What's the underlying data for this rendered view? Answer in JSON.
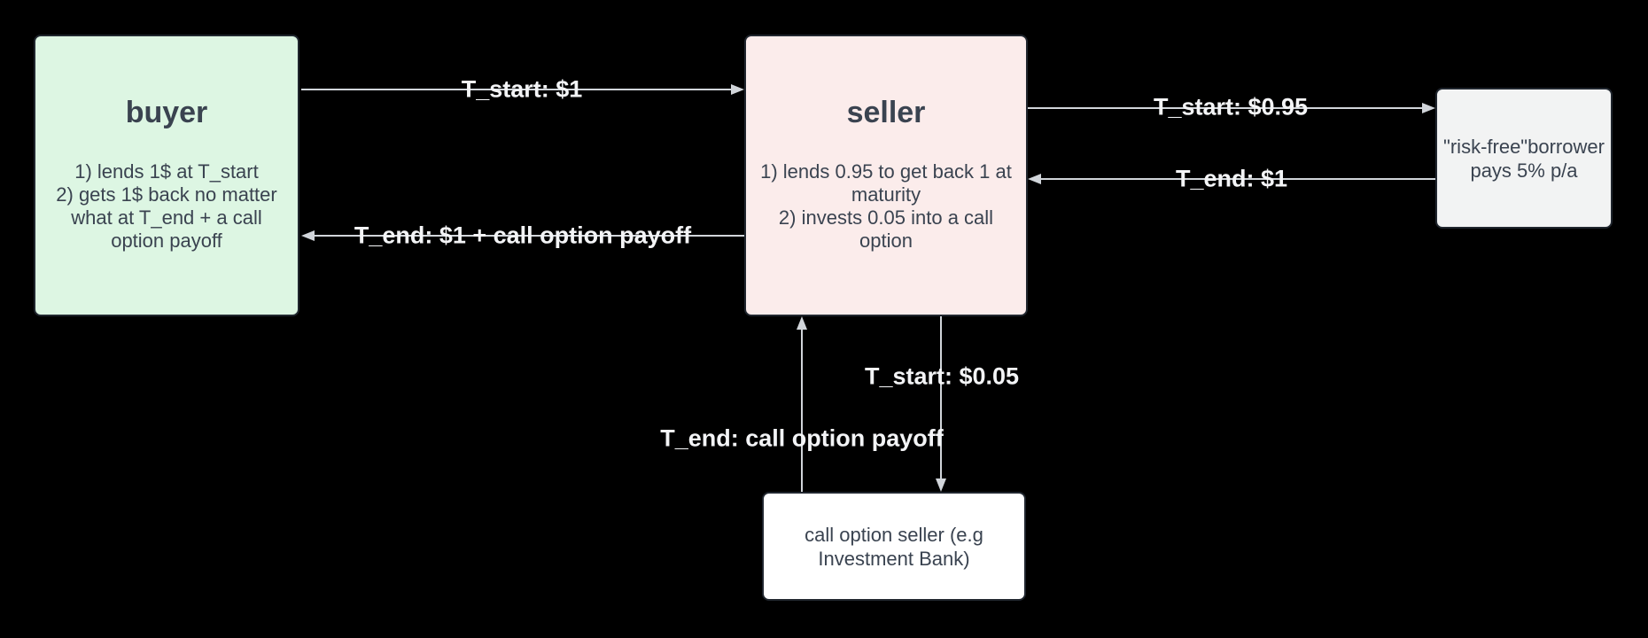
{
  "colors": {
    "background": "#000000",
    "node_border": "#20262e",
    "node_text": "#3a4350",
    "arrow_line": "#d1d5da",
    "edge_label_text": "#f3f4f6",
    "buyer_fill": "#ddf6e3",
    "seller_fill": "#fbeceb",
    "risk_free_borrower_fill": "#f2f3f3",
    "call_option_seller_fill": "#ffffff"
  },
  "nodes": {
    "buyer": {
      "title": "buyer",
      "body": "1) lends 1$ at T_start\n2) gets 1$ back no matter\nwhat at T_end + a call\noption payoff"
    },
    "seller": {
      "title": "seller",
      "body": "1) lends 0.95 to get back 1 at\nmaturity\n2) invests 0.05 into a call\noption"
    },
    "risk_free_borrower": {
      "label": "\"risk-free\"borrower\npays 5% p/a"
    },
    "call_option_seller": {
      "label": "call option seller (e.g\nInvestment Bank)"
    }
  },
  "edges": {
    "buyer_to_seller": {
      "label": "T_start: $1",
      "direction": "right"
    },
    "seller_to_buyer": {
      "label": "T_end: $1 + call option payoff",
      "direction": "left"
    },
    "seller_to_borrower": {
      "label": "T_start: $0.95",
      "direction": "right"
    },
    "borrower_to_seller": {
      "label": "T_end: $1",
      "direction": "left"
    },
    "seller_to_call_seller": {
      "label": "T_start: $0.05",
      "direction": "down"
    },
    "call_seller_to_seller": {
      "label": "T_end: call option payoff",
      "direction": "up"
    }
  }
}
